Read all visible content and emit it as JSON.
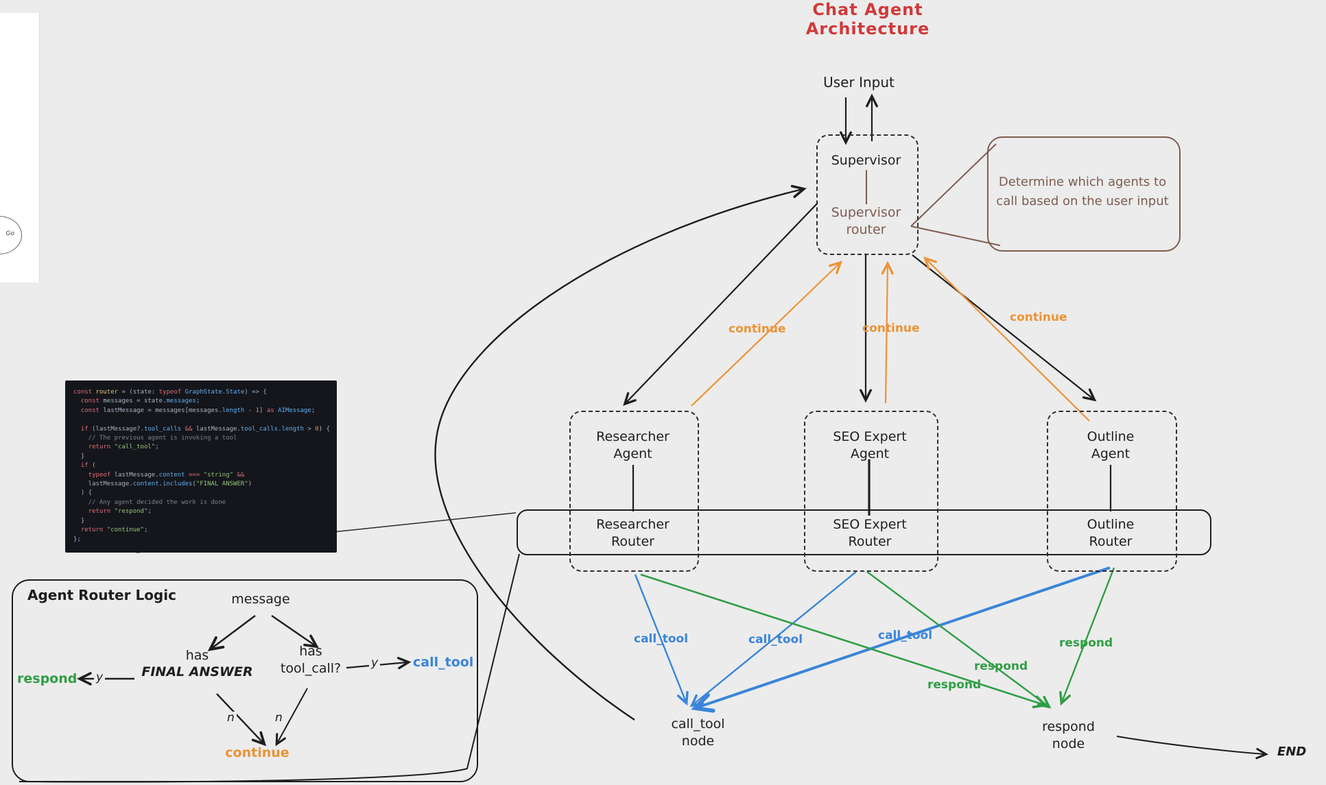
{
  "canvas": {
    "title": "Chat Agent Architecture"
  },
  "nodes": {
    "user_input": "User Input",
    "supervisor": "Supervisor",
    "supervisor_router_l1": "Supervisor",
    "supervisor_router_l2": "router",
    "note": {
      "line1": "Determine which agents to",
      "line2": "call based on the user input"
    },
    "agents": [
      {
        "name_l1": "Researcher",
        "name_l2": "Agent",
        "router_l1": "Researcher",
        "router_l2": "Router"
      },
      {
        "name_l1": "SEO Expert",
        "name_l2": "Agent",
        "router_l1": "SEO Expert",
        "router_l2": "Router"
      },
      {
        "name_l1": "Outline",
        "name_l2": "Agent",
        "router_l1": "Outline",
        "router_l2": "Router"
      }
    ],
    "call_tool_node_l1": "call_tool",
    "call_tool_node_l2": "node",
    "respond_node_l1": "respond",
    "respond_node_l2": "node",
    "end": "END",
    "frame_ellipse_text": "Go"
  },
  "edge_labels": {
    "continue": "continue",
    "call_tool": "call_tool",
    "respond": "respond"
  },
  "router_logic": {
    "title": "Agent Router Logic",
    "message": "message",
    "has": "has",
    "final_answer": "FINAL ANSWER",
    "tool_call": "tool_call?",
    "yes": "y",
    "no": "n",
    "respond": "respond",
    "call_tool": "call_tool",
    "continue": "continue"
  },
  "colors": {
    "background": "#ececec",
    "stroke": "#1e1e1e",
    "orange": "#ec9335",
    "blue": "#3a85d9",
    "green": "#2f9e44",
    "red": "#d03a3a",
    "brown": "#7d5c50"
  },
  "code": {
    "lines": [
      [
        [
          "const ",
          "kw"
        ],
        [
          "router",
          "fn"
        ],
        [
          " = (state: ",
          "def"
        ],
        [
          "typeof ",
          "kw"
        ],
        [
          "GraphState",
          "type"
        ],
        [
          ".",
          "def"
        ],
        [
          "State",
          "type"
        ],
        [
          ") => {",
          "def"
        ]
      ],
      [
        [
          "  ",
          "def"
        ],
        [
          "const ",
          "kw"
        ],
        [
          "messages",
          "def"
        ],
        [
          " = state.",
          "def"
        ],
        [
          "messages",
          "prop"
        ],
        [
          ";",
          "def"
        ]
      ],
      [
        [
          "  ",
          "def"
        ],
        [
          "const ",
          "kw"
        ],
        [
          "lastMessage",
          "def"
        ],
        [
          " = messages[messages.",
          "def"
        ],
        [
          "length",
          "prop"
        ],
        [
          " - ",
          "def"
        ],
        [
          "1",
          "num"
        ],
        [
          "] ",
          "def"
        ],
        [
          "as ",
          "kw"
        ],
        [
          "AIMessage",
          "type"
        ],
        [
          ";",
          "def"
        ]
      ],
      [
        [
          " ",
          "def"
        ]
      ],
      [
        [
          "  ",
          "def"
        ],
        [
          "if",
          "kw"
        ],
        [
          " (lastMessage?.",
          "def"
        ],
        [
          "tool_calls",
          "prop"
        ],
        [
          " && ",
          "kw"
        ],
        [
          "lastMessage.",
          "def"
        ],
        [
          "tool_calls",
          "prop"
        ],
        [
          ".",
          "def"
        ],
        [
          "length",
          "prop"
        ],
        [
          " > ",
          "def"
        ],
        [
          "0",
          "num"
        ],
        [
          ") {",
          "def"
        ]
      ],
      [
        [
          "    // The previous agent is invoking a tool",
          "com"
        ]
      ],
      [
        [
          "    ",
          "def"
        ],
        [
          "return ",
          "kw"
        ],
        [
          "\"call_tool\"",
          "str"
        ],
        [
          ";",
          "def"
        ]
      ],
      [
        [
          "  }",
          "def"
        ]
      ],
      [
        [
          "  ",
          "def"
        ],
        [
          "if",
          "kw"
        ],
        [
          " (",
          "def"
        ]
      ],
      [
        [
          "    ",
          "def"
        ],
        [
          "typeof ",
          "kw"
        ],
        [
          "lastMessage.",
          "def"
        ],
        [
          "content",
          "prop"
        ],
        [
          " === ",
          "kw"
        ],
        [
          "\"string\"",
          "str"
        ],
        [
          " &&",
          "kw"
        ]
      ],
      [
        [
          "    lastMessage.",
          "def"
        ],
        [
          "content",
          "prop"
        ],
        [
          ".",
          "def"
        ],
        [
          "includes",
          "prop"
        ],
        [
          "(",
          "def"
        ],
        [
          "\"FINAL ANSWER\"",
          "str"
        ],
        [
          ")",
          "def"
        ]
      ],
      [
        [
          "  ) {",
          "def"
        ]
      ],
      [
        [
          "    // Any agent decided the work is done",
          "com"
        ]
      ],
      [
        [
          "    ",
          "def"
        ],
        [
          "return ",
          "kw"
        ],
        [
          "\"respond\"",
          "str"
        ],
        [
          ";",
          "def"
        ]
      ],
      [
        [
          "  }",
          "def"
        ]
      ],
      [
        [
          "  ",
          "def"
        ],
        [
          "return ",
          "kw"
        ],
        [
          "\"continue\"",
          "str"
        ],
        [
          ";",
          "def"
        ]
      ],
      [
        [
          "};",
          "def"
        ]
      ]
    ]
  }
}
